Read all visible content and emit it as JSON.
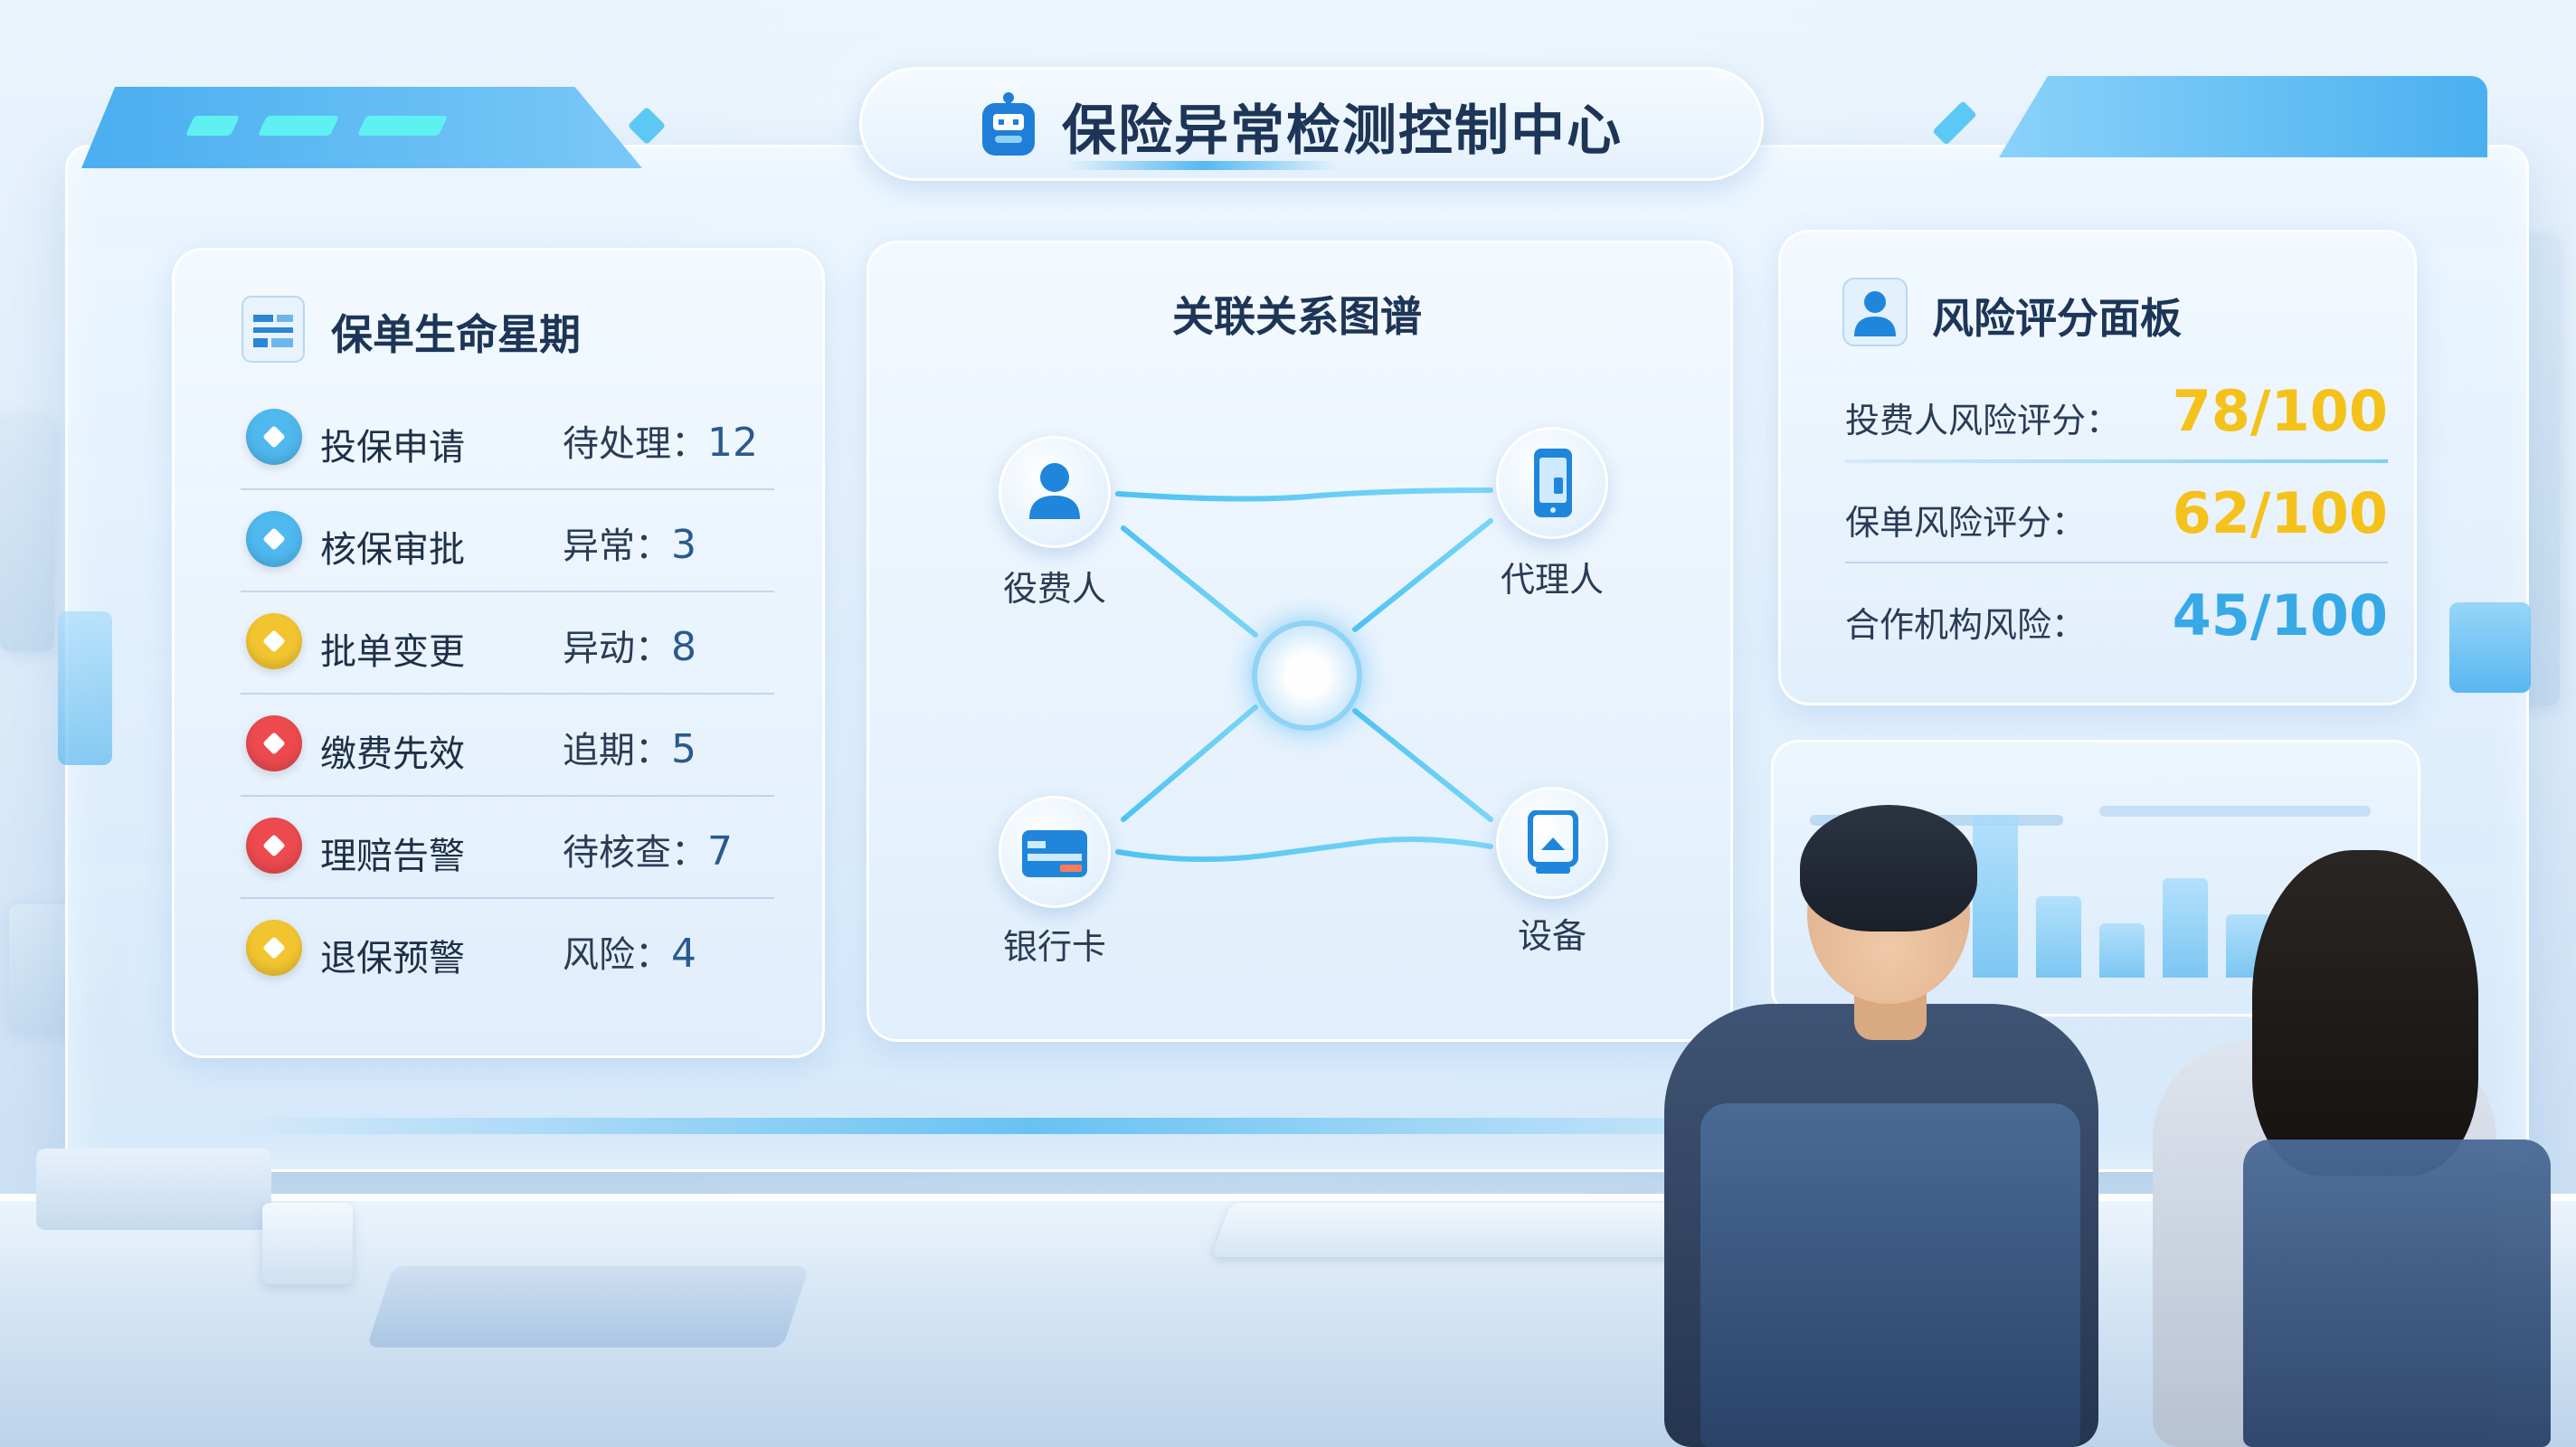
{
  "header": {
    "title": "保险异常检测控制中心"
  },
  "lifecycle": {
    "title": "保单生命星期",
    "items": [
      {
        "label": "投保申请",
        "status": "待处理：",
        "value": "12",
        "color": "#4fb8ef"
      },
      {
        "label": "核保审批",
        "status": "异常：",
        "value": "3",
        "color": "#4fb8ef"
      },
      {
        "label": "批单变更",
        "status": "异动：",
        "value": "8",
        "color": "#f2c530"
      },
      {
        "label": "缴费先效",
        "status": "追期：",
        "value": "5",
        "color": "#ec4a4f"
      },
      {
        "label": "理赔告警",
        "status": "待核查：",
        "value": "7",
        "color": "#ec4a4f"
      },
      {
        "label": "退保预警",
        "status": "风险：",
        "value": "4",
        "color": "#f2c530"
      }
    ]
  },
  "graph": {
    "title": "关联关系图谱",
    "nodes": {
      "insurer": "役费人",
      "agent": "代理人",
      "bank_card": "银行卡",
      "device": "设备"
    }
  },
  "risk": {
    "title": "风险评分面板",
    "items": [
      {
        "label": "投费人风险评分：",
        "value": "78/100",
        "color": "#f5c21b"
      },
      {
        "label": "保单风险评分：",
        "value": "62/100",
        "color": "#f5c21b"
      },
      {
        "label": "合作机构风险：",
        "value": "45/100",
        "color": "#37a9e6"
      }
    ]
  },
  "colors": {
    "accent": "#4aaef0",
    "title_text": "#1d3557"
  }
}
